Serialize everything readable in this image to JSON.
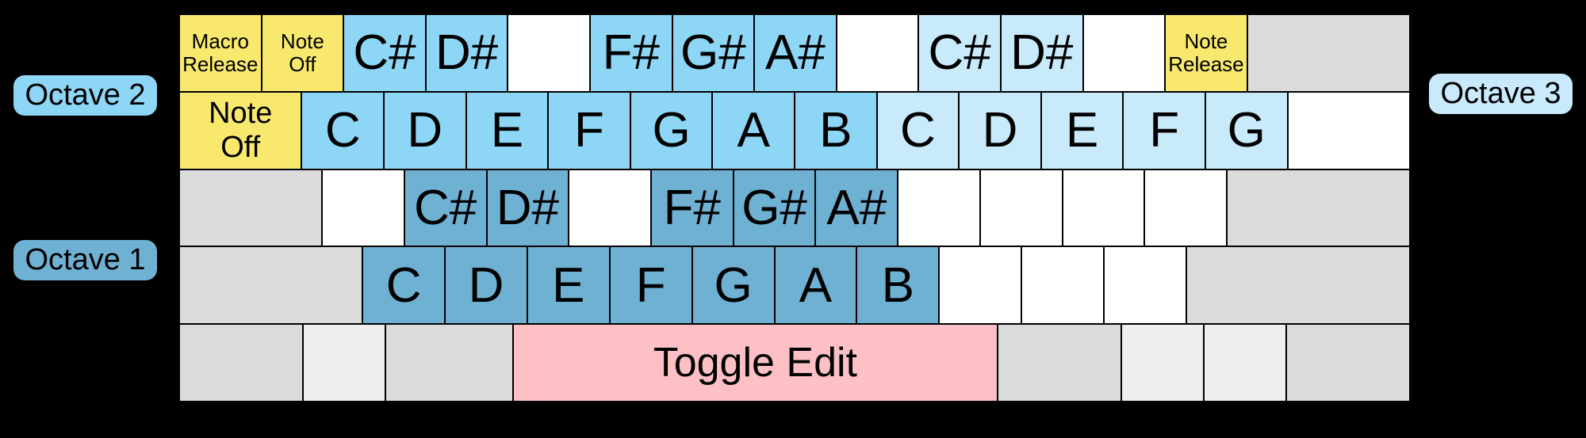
{
  "colors": {
    "yellow": "#F8E96E",
    "blue_mid": "#8DD6F5",
    "blue_pale": "#C9EAFB",
    "blue_deep": "#6FB1D3",
    "pink": "#FDC1C5",
    "gray": "#DBDBDB",
    "gray_light": "#EFEFEF",
    "white": "#FFFFFF",
    "background": "#000000"
  },
  "octave_labels": {
    "octave1": "Octave 1",
    "octave2": "Octave 2",
    "octave3": "Octave 3"
  },
  "keyboard": {
    "rows": [
      {
        "keys": [
          {
            "name": "key-macro-release",
            "label": "Macro\nRelease",
            "color": "yellow",
            "w": 1,
            "fs": "s"
          },
          {
            "name": "key-note-off-top",
            "label": "Note\nOff",
            "color": "yellow",
            "w": 1,
            "fs": "s"
          },
          {
            "name": "key-c-sharp-oct2",
            "label": "C#",
            "color": "blue_mid",
            "w": 1
          },
          {
            "name": "key-d-sharp-oct2",
            "label": "D#",
            "color": "blue_mid",
            "w": 1
          },
          {
            "name": "key-unassigned",
            "label": "",
            "color": "white",
            "w": 1
          },
          {
            "name": "key-f-sharp-oct2",
            "label": "F#",
            "color": "blue_mid",
            "w": 1
          },
          {
            "name": "key-g-sharp-oct2",
            "label": "G#",
            "color": "blue_mid",
            "w": 1
          },
          {
            "name": "key-a-sharp-oct2",
            "label": "A#",
            "color": "blue_mid",
            "w": 1
          },
          {
            "name": "key-unassigned",
            "label": "",
            "color": "white",
            "w": 1
          },
          {
            "name": "key-c-sharp-oct3",
            "label": "C#",
            "color": "blue_pale",
            "w": 1
          },
          {
            "name": "key-d-sharp-oct3",
            "label": "D#",
            "color": "blue_pale",
            "w": 1
          },
          {
            "name": "key-unassigned",
            "label": "",
            "color": "white",
            "w": 1
          },
          {
            "name": "key-note-release",
            "label": "Note\nRelease",
            "color": "yellow",
            "w": 1,
            "fs": "s"
          },
          {
            "name": "key-inactive",
            "label": "",
            "color": "gray",
            "w": 2
          }
        ]
      },
      {
        "keys": [
          {
            "name": "key-note-off",
            "label": "Note\nOff",
            "color": "yellow",
            "w": 1.5,
            "fs": "m"
          },
          {
            "name": "key-c-oct2",
            "label": "C",
            "color": "blue_mid",
            "w": 1
          },
          {
            "name": "key-d-oct2",
            "label": "D",
            "color": "blue_mid",
            "w": 1
          },
          {
            "name": "key-e-oct2",
            "label": "E",
            "color": "blue_mid",
            "w": 1
          },
          {
            "name": "key-f-oct2",
            "label": "F",
            "color": "blue_mid",
            "w": 1
          },
          {
            "name": "key-g-oct2",
            "label": "G",
            "color": "blue_mid",
            "w": 1
          },
          {
            "name": "key-a-oct2",
            "label": "A",
            "color": "blue_mid",
            "w": 1
          },
          {
            "name": "key-b-oct2",
            "label": "B",
            "color": "blue_mid",
            "w": 1
          },
          {
            "name": "key-c-oct3",
            "label": "C",
            "color": "blue_pale",
            "w": 1
          },
          {
            "name": "key-d-oct3",
            "label": "D",
            "color": "blue_pale",
            "w": 1
          },
          {
            "name": "key-e-oct3",
            "label": "E",
            "color": "blue_pale",
            "w": 1
          },
          {
            "name": "key-f-oct3",
            "label": "F",
            "color": "blue_pale",
            "w": 1
          },
          {
            "name": "key-g-oct3",
            "label": "G",
            "color": "blue_pale",
            "w": 1
          },
          {
            "name": "key-unassigned",
            "label": "",
            "color": "white",
            "w": 1.5
          }
        ]
      },
      {
        "keys": [
          {
            "name": "key-inactive",
            "label": "",
            "color": "gray",
            "w": 1.75
          },
          {
            "name": "key-unassigned",
            "label": "",
            "color": "white",
            "w": 1
          },
          {
            "name": "key-c-sharp-oct1",
            "label": "C#",
            "color": "blue_deep",
            "w": 1
          },
          {
            "name": "key-d-sharp-oct1",
            "label": "D#",
            "color": "blue_deep",
            "w": 1
          },
          {
            "name": "key-unassigned",
            "label": "",
            "color": "white",
            "w": 1
          },
          {
            "name": "key-f-sharp-oct1",
            "label": "F#",
            "color": "blue_deep",
            "w": 1
          },
          {
            "name": "key-g-sharp-oct1",
            "label": "G#",
            "color": "blue_deep",
            "w": 1
          },
          {
            "name": "key-a-sharp-oct1",
            "label": "A#",
            "color": "blue_deep",
            "w": 1
          },
          {
            "name": "key-unassigned",
            "label": "",
            "color": "white",
            "w": 1
          },
          {
            "name": "key-unassigned",
            "label": "",
            "color": "white",
            "w": 1
          },
          {
            "name": "key-unassigned",
            "label": "",
            "color": "white",
            "w": 1
          },
          {
            "name": "key-unassigned",
            "label": "",
            "color": "white",
            "w": 1
          },
          {
            "name": "key-inactive",
            "label": "",
            "color": "gray",
            "w": 2.25
          }
        ]
      },
      {
        "keys": [
          {
            "name": "key-inactive",
            "label": "",
            "color": "gray",
            "w": 2.25
          },
          {
            "name": "key-c-oct1",
            "label": "C",
            "color": "blue_deep",
            "w": 1
          },
          {
            "name": "key-d-oct1",
            "label": "D",
            "color": "blue_deep",
            "w": 1
          },
          {
            "name": "key-e-oct1",
            "label": "E",
            "color": "blue_deep",
            "w": 1
          },
          {
            "name": "key-f-oct1",
            "label": "F",
            "color": "blue_deep",
            "w": 1
          },
          {
            "name": "key-g-oct1",
            "label": "G",
            "color": "blue_deep",
            "w": 1
          },
          {
            "name": "key-a-oct1",
            "label": "A",
            "color": "blue_deep",
            "w": 1
          },
          {
            "name": "key-b-oct1",
            "label": "B",
            "color": "blue_deep",
            "w": 1
          },
          {
            "name": "key-unassigned",
            "label": "",
            "color": "white",
            "w": 1
          },
          {
            "name": "key-unassigned",
            "label": "",
            "color": "white",
            "w": 1
          },
          {
            "name": "key-unassigned",
            "label": "",
            "color": "white",
            "w": 1
          },
          {
            "name": "key-inactive",
            "label": "",
            "color": "gray",
            "w": 2.75
          }
        ]
      },
      {
        "keys": [
          {
            "name": "key-inactive",
            "label": "",
            "color": "gray",
            "w": 1.5
          },
          {
            "name": "key-inactive",
            "label": "",
            "color": "gray_light",
            "w": 1
          },
          {
            "name": "key-inactive",
            "label": "",
            "color": "gray",
            "w": 1.55
          },
          {
            "name": "key-toggle-edit",
            "label": "Toggle Edit",
            "color": "pink",
            "w": 5.95,
            "fs": "sp"
          },
          {
            "name": "key-inactive",
            "label": "",
            "color": "gray",
            "w": 1.5
          },
          {
            "name": "key-inactive",
            "label": "",
            "color": "gray_light",
            "w": 1
          },
          {
            "name": "key-inactive",
            "label": "",
            "color": "gray_light",
            "w": 1
          },
          {
            "name": "key-inactive",
            "label": "",
            "color": "gray",
            "w": 1.5
          }
        ]
      }
    ]
  }
}
